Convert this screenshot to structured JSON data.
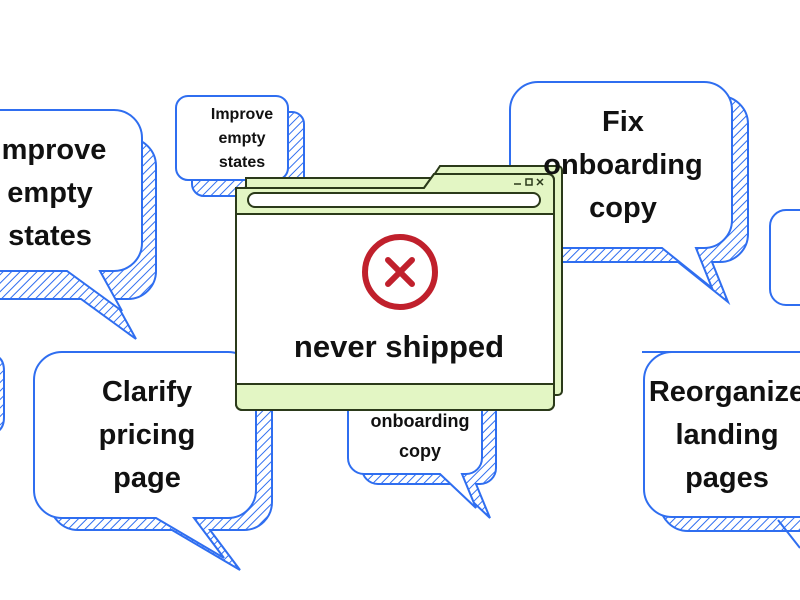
{
  "colors": {
    "bubble_stroke": "#2f6ef0",
    "window_fill": "#e3f6c4",
    "window_stroke": "#2b3a1a",
    "error_red": "#c0202c"
  },
  "bubbles": {
    "b1": "Improve\nempty\nstates",
    "b2": "Improve\nempty\nstates",
    "b3": "Fix\nonboarding\ncopy",
    "b4": "Clarify\npricing\npage",
    "b5": "onboarding\ncopy",
    "b6": "Reorganize\nlanding\npages"
  },
  "window": {
    "message": "never shipped",
    "icon": "error-x-circle-icon",
    "controls": [
      "minimize",
      "maximize",
      "close"
    ]
  }
}
